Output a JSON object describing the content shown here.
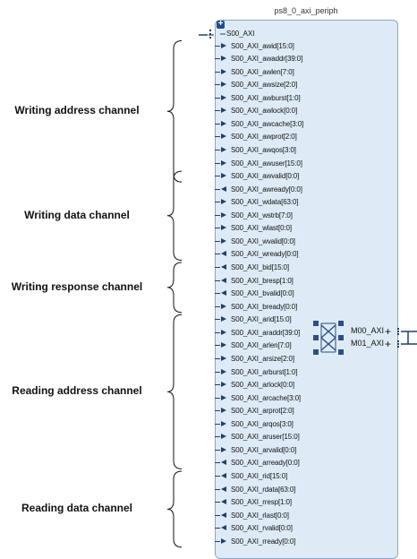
{
  "block": {
    "title": "ps8_0_axi_periph",
    "slave_bus": "S00_AXI",
    "expand_symbol": "+"
  },
  "ports": [
    {
      "label": "S00_AXI_awid[15:0]",
      "dir": "in"
    },
    {
      "label": "S00_AXI_awaddr[39:0]",
      "dir": "in"
    },
    {
      "label": "S00_AXI_awlen[7:0]",
      "dir": "in"
    },
    {
      "label": "S00_AXI_awsize[2:0]",
      "dir": "in"
    },
    {
      "label": "S00_AXI_awburst[1:0]",
      "dir": "in"
    },
    {
      "label": "S00_AXI_awlock[0:0]",
      "dir": "in"
    },
    {
      "label": "S00_AXI_awcache[3:0]",
      "dir": "in"
    },
    {
      "label": "S00_AXI_awprot[2:0]",
      "dir": "in"
    },
    {
      "label": "S00_AXI_awqos[3:0]",
      "dir": "in"
    },
    {
      "label": "S00_AXI_awuser[15:0]",
      "dir": "in"
    },
    {
      "label": "S00_AXI_awvalid[0:0]",
      "dir": "in"
    },
    {
      "label": "S00_AXI_awready[0:0]",
      "dir": "out"
    },
    {
      "label": "S00_AXI_wdata[63:0]",
      "dir": "in"
    },
    {
      "label": "S00_AXI_wstrb[7:0]",
      "dir": "in"
    },
    {
      "label": "S00_AXI_wlast[0:0]",
      "dir": "in"
    },
    {
      "label": "S00_AXI_wvalid[0:0]",
      "dir": "in"
    },
    {
      "label": "S00_AXI_wready[0:0]",
      "dir": "out"
    },
    {
      "label": "S00_AXI_bid[15:0]",
      "dir": "out"
    },
    {
      "label": "S00_AXI_bresp[1:0]",
      "dir": "out"
    },
    {
      "label": "S00_AXI_bvalid[0:0]",
      "dir": "out"
    },
    {
      "label": "S00_AXI_bready[0:0]",
      "dir": "in"
    },
    {
      "label": "S00_AXI_arid[15:0]",
      "dir": "in"
    },
    {
      "label": "S00_AXI_araddr[39:0]",
      "dir": "in"
    },
    {
      "label": "S00_AXI_arlen[7:0]",
      "dir": "in"
    },
    {
      "label": "S00_AXI_arsize[2:0]",
      "dir": "in"
    },
    {
      "label": "S00_AXI_arburst[1:0]",
      "dir": "in"
    },
    {
      "label": "S00_AXI_arlock[0:0]",
      "dir": "in"
    },
    {
      "label": "S00_AXI_arcache[3:0]",
      "dir": "in"
    },
    {
      "label": "S00_AXI_arprot[2:0]",
      "dir": "in"
    },
    {
      "label": "S00_AXI_arqos[3:0]",
      "dir": "in"
    },
    {
      "label": "S00_AXI_aruser[15:0]",
      "dir": "in"
    },
    {
      "label": "S00_AXI_arvalid[0:0]",
      "dir": "in"
    },
    {
      "label": "S00_AXI_arready[0:0]",
      "dir": "out"
    },
    {
      "label": "S00_AXI_rid[15:0]",
      "dir": "out"
    },
    {
      "label": "S00_AXI_rdata[63:0]",
      "dir": "out"
    },
    {
      "label": "S00_AXI_rresp[1:0]",
      "dir": "out"
    },
    {
      "label": "S00_AXI_rlast[0:0]",
      "dir": "out"
    },
    {
      "label": "S00_AXI_rvalid[0:0]",
      "dir": "out"
    },
    {
      "label": "S00_AXI_rready[0:0]",
      "dir": "in"
    }
  ],
  "channels": [
    {
      "label": "Writing address channel",
      "first": 0,
      "last": 10
    },
    {
      "label": "Writing data channel",
      "first": 10,
      "last": 16
    },
    {
      "label": "Writing response channel",
      "first": 17,
      "last": 20
    },
    {
      "label": "Reading address channel",
      "first": 21,
      "last": 32
    },
    {
      "label": "Reading data channel",
      "first": 33,
      "last": 38
    }
  ],
  "master_ports": [
    {
      "label": "M00_AXI",
      "symbol": "+"
    },
    {
      "label": "M01_AXI",
      "symbol": "+"
    }
  ],
  "colors": {
    "block_fill": "#deebf6",
    "block_border": "#8aa8c8",
    "port": "#1f3f6e",
    "interconnect": "#2b4f86"
  }
}
